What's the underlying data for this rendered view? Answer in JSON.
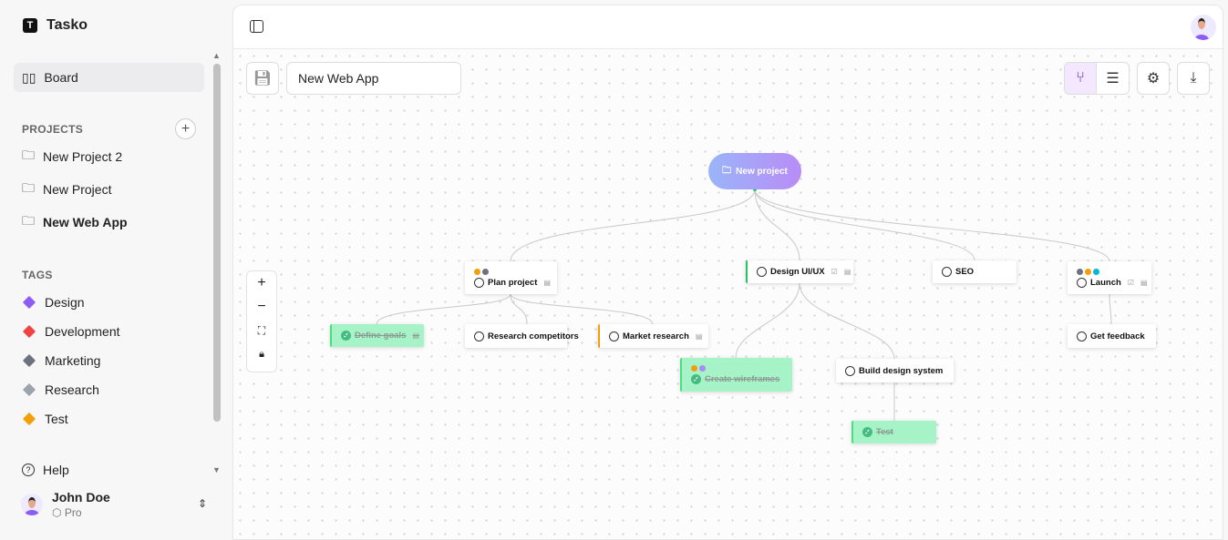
{
  "app": {
    "name": "Tasko"
  },
  "sidebar": {
    "board_label": "Board",
    "projects_header": "PROJECTS",
    "projects": [
      {
        "label": "New Project 2",
        "active": false
      },
      {
        "label": "New Project",
        "active": false
      },
      {
        "label": "New Web App",
        "active": true
      }
    ],
    "tags_header": "TAGS",
    "tags": [
      {
        "label": "Design",
        "color": "#8b5cf6"
      },
      {
        "label": "Development",
        "color": "#ef4444"
      },
      {
        "label": "Marketing",
        "color": "#6b7280"
      },
      {
        "label": "Research",
        "color": "#9ca3af"
      },
      {
        "label": "Test",
        "color": "#f59e0b"
      }
    ],
    "help_label": "Help",
    "user": {
      "name": "John Doe",
      "plan": "Pro"
    }
  },
  "toolbar": {
    "project_name": "New Web App",
    "view_mode": "graph"
  },
  "graph": {
    "root": {
      "label": "New project"
    },
    "nodes": [
      {
        "id": "plan",
        "label": "Plan project",
        "done": false,
        "tags": [
          "#f59e0b",
          "#6b7280"
        ],
        "icons": [
          "comment"
        ]
      },
      {
        "id": "design",
        "label": "Design UI/UX",
        "done": false,
        "accent": "#22c55e",
        "icons": [
          "subtask",
          "comment"
        ]
      },
      {
        "id": "seo",
        "label": "SEO",
        "done": false
      },
      {
        "id": "launch",
        "label": "Launch",
        "done": false,
        "tags": [
          "#6b7280",
          "#f59e0b",
          "#06b6d4"
        ],
        "icons": [
          "subtask",
          "comment"
        ]
      },
      {
        "id": "goals",
        "label": "Define goals",
        "done": true,
        "accent": "#4ade80",
        "icons": [
          "comment"
        ]
      },
      {
        "id": "research",
        "label": "Research competitors",
        "done": false
      },
      {
        "id": "market",
        "label": "Market research",
        "done": false,
        "accent": "#f59e0b",
        "icons": [
          "comment"
        ]
      },
      {
        "id": "wire",
        "label": "Create wireframes",
        "done": true,
        "accent": "#4ade80",
        "tags": [
          "#f59e0b",
          "#a78bfa"
        ]
      },
      {
        "id": "build",
        "label": "Build design system",
        "done": false
      },
      {
        "id": "test",
        "label": "Test",
        "done": true,
        "accent": "#4ade80"
      },
      {
        "id": "feedback",
        "label": "Get feedback",
        "done": false
      }
    ]
  }
}
